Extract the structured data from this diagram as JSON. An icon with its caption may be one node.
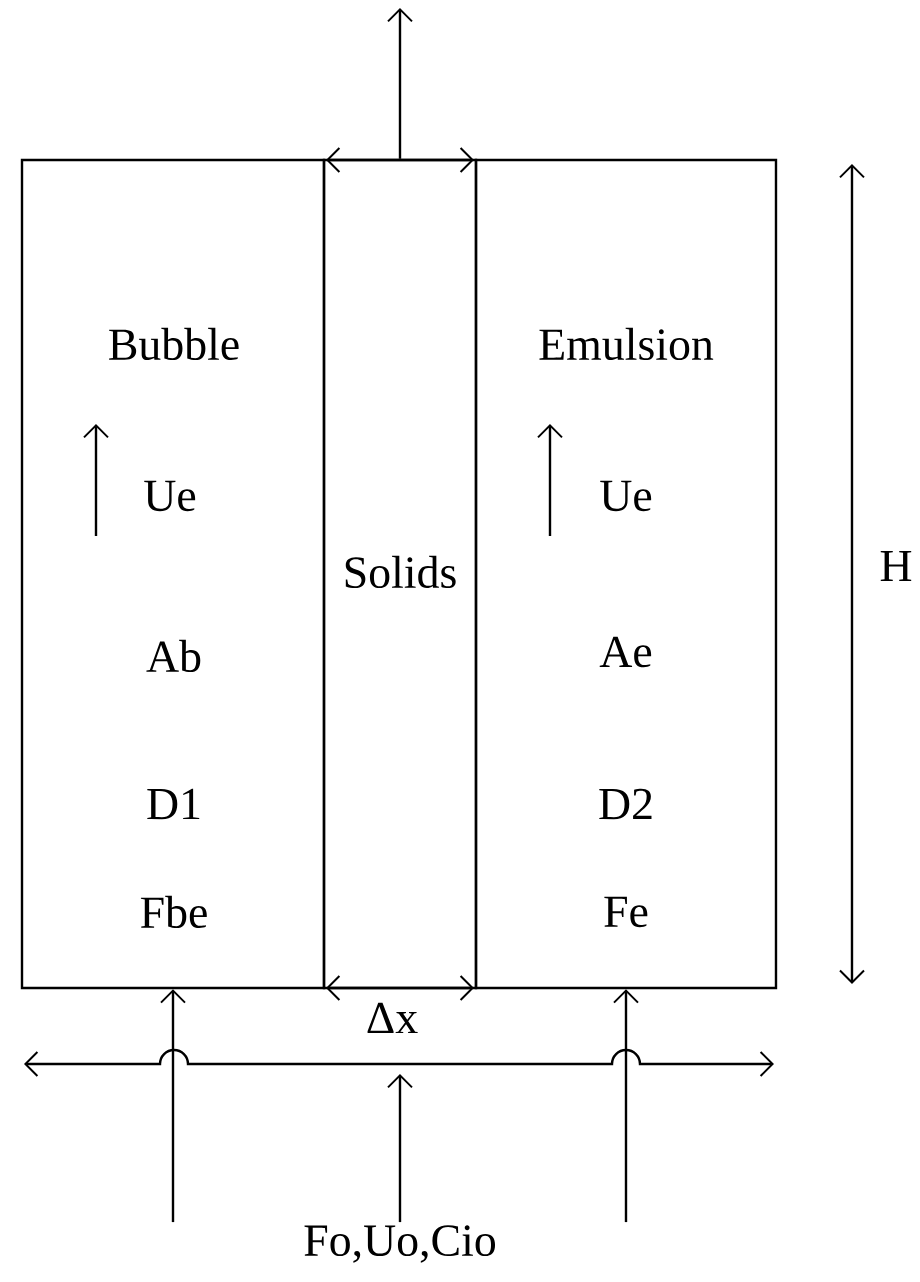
{
  "diagram": {
    "nodes": [
      {
        "text": [
          "Bubble",
          "Ue",
          "Ab",
          "D1",
          "Fbe"
        ]
      },
      {
        "text": [
          "Solids"
        ]
      },
      {
        "text": [
          "Emulsion",
          "Ue",
          "Ae",
          "D2",
          "Fe"
        ]
      },
      {
        "text": [
          "Fo,Uo,Cio"
        ]
      }
    ],
    "edges": [
      {
        "from": 1,
        "to": null,
        "arrow": "to"
      },
      {
        "from": 3,
        "to": 0,
        "arrow": "to"
      },
      {
        "from": 3,
        "to": null,
        "arrow": "to"
      },
      {
        "from": 3,
        "to": 2,
        "arrow": "to"
      }
    ],
    "labels": [
      "H",
      "Δx"
    ]
  }
}
